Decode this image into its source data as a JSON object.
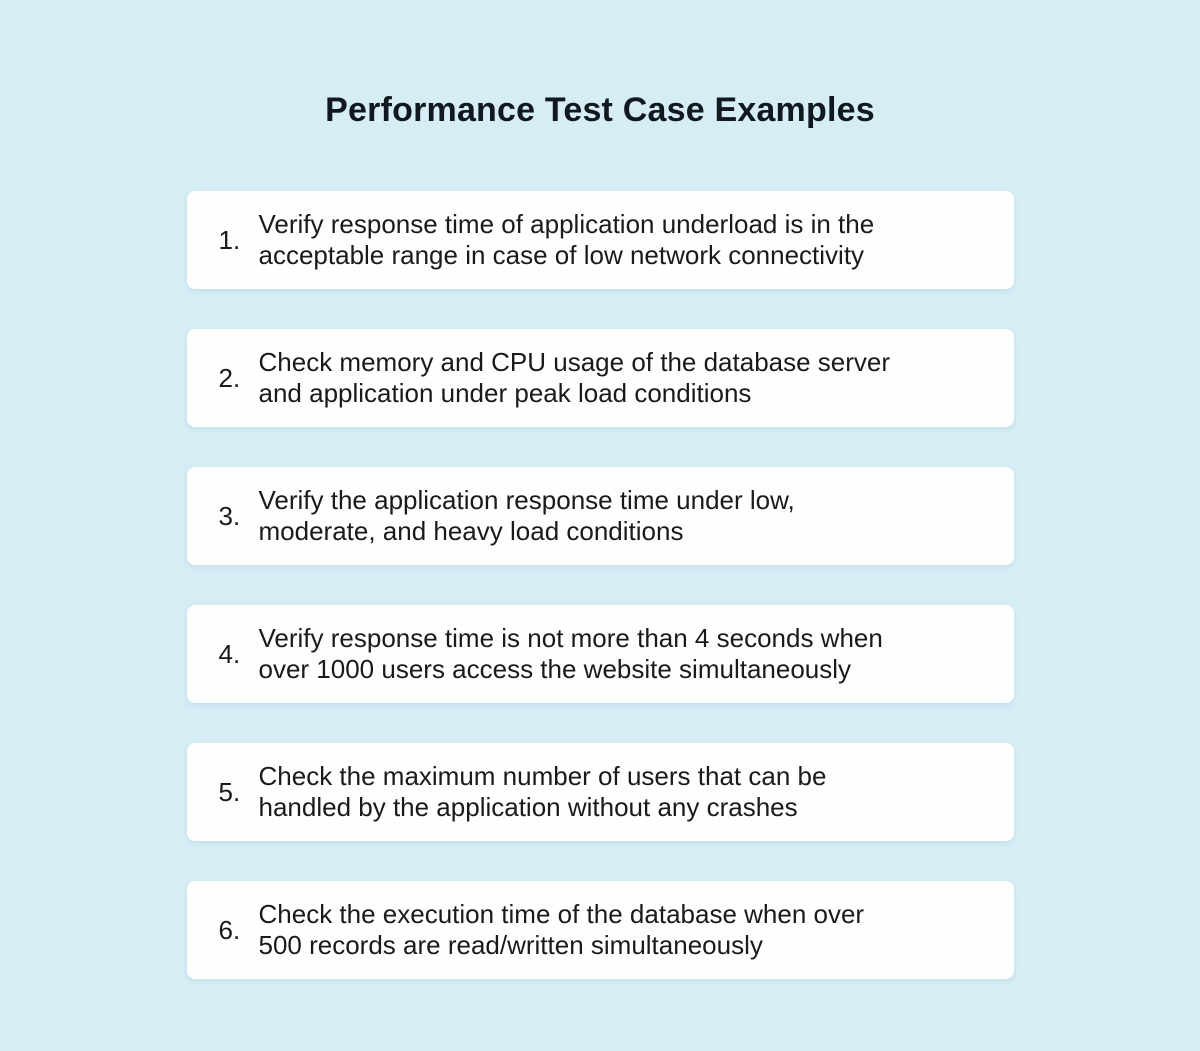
{
  "page_title": "Performance Test Case Examples",
  "colors": {
    "background": "#d7edf6",
    "card": "#fdfefe",
    "title_text": "#121820",
    "body_text": "#1a1a1a"
  },
  "test_cases": [
    {
      "number": "1.",
      "text": "Verify response time of application underload is in the\nacceptable range in case of low network connectivity"
    },
    {
      "number": "2.",
      "text": "Check memory and CPU usage of the database server\nand application under peak load conditions"
    },
    {
      "number": "3.",
      "text": "Verify the application response time under low,\nmoderate, and heavy load conditions"
    },
    {
      "number": "4.",
      "text": "Verify response time is not more than 4 seconds when\nover 1000 users access the website simultaneously"
    },
    {
      "number": "5.",
      "text": "Check the maximum number of users that can be\nhandled by the application without any crashes"
    },
    {
      "number": "6.",
      "text": "Check the execution time of the database when over\n500 records are read/written simultaneously"
    }
  ]
}
